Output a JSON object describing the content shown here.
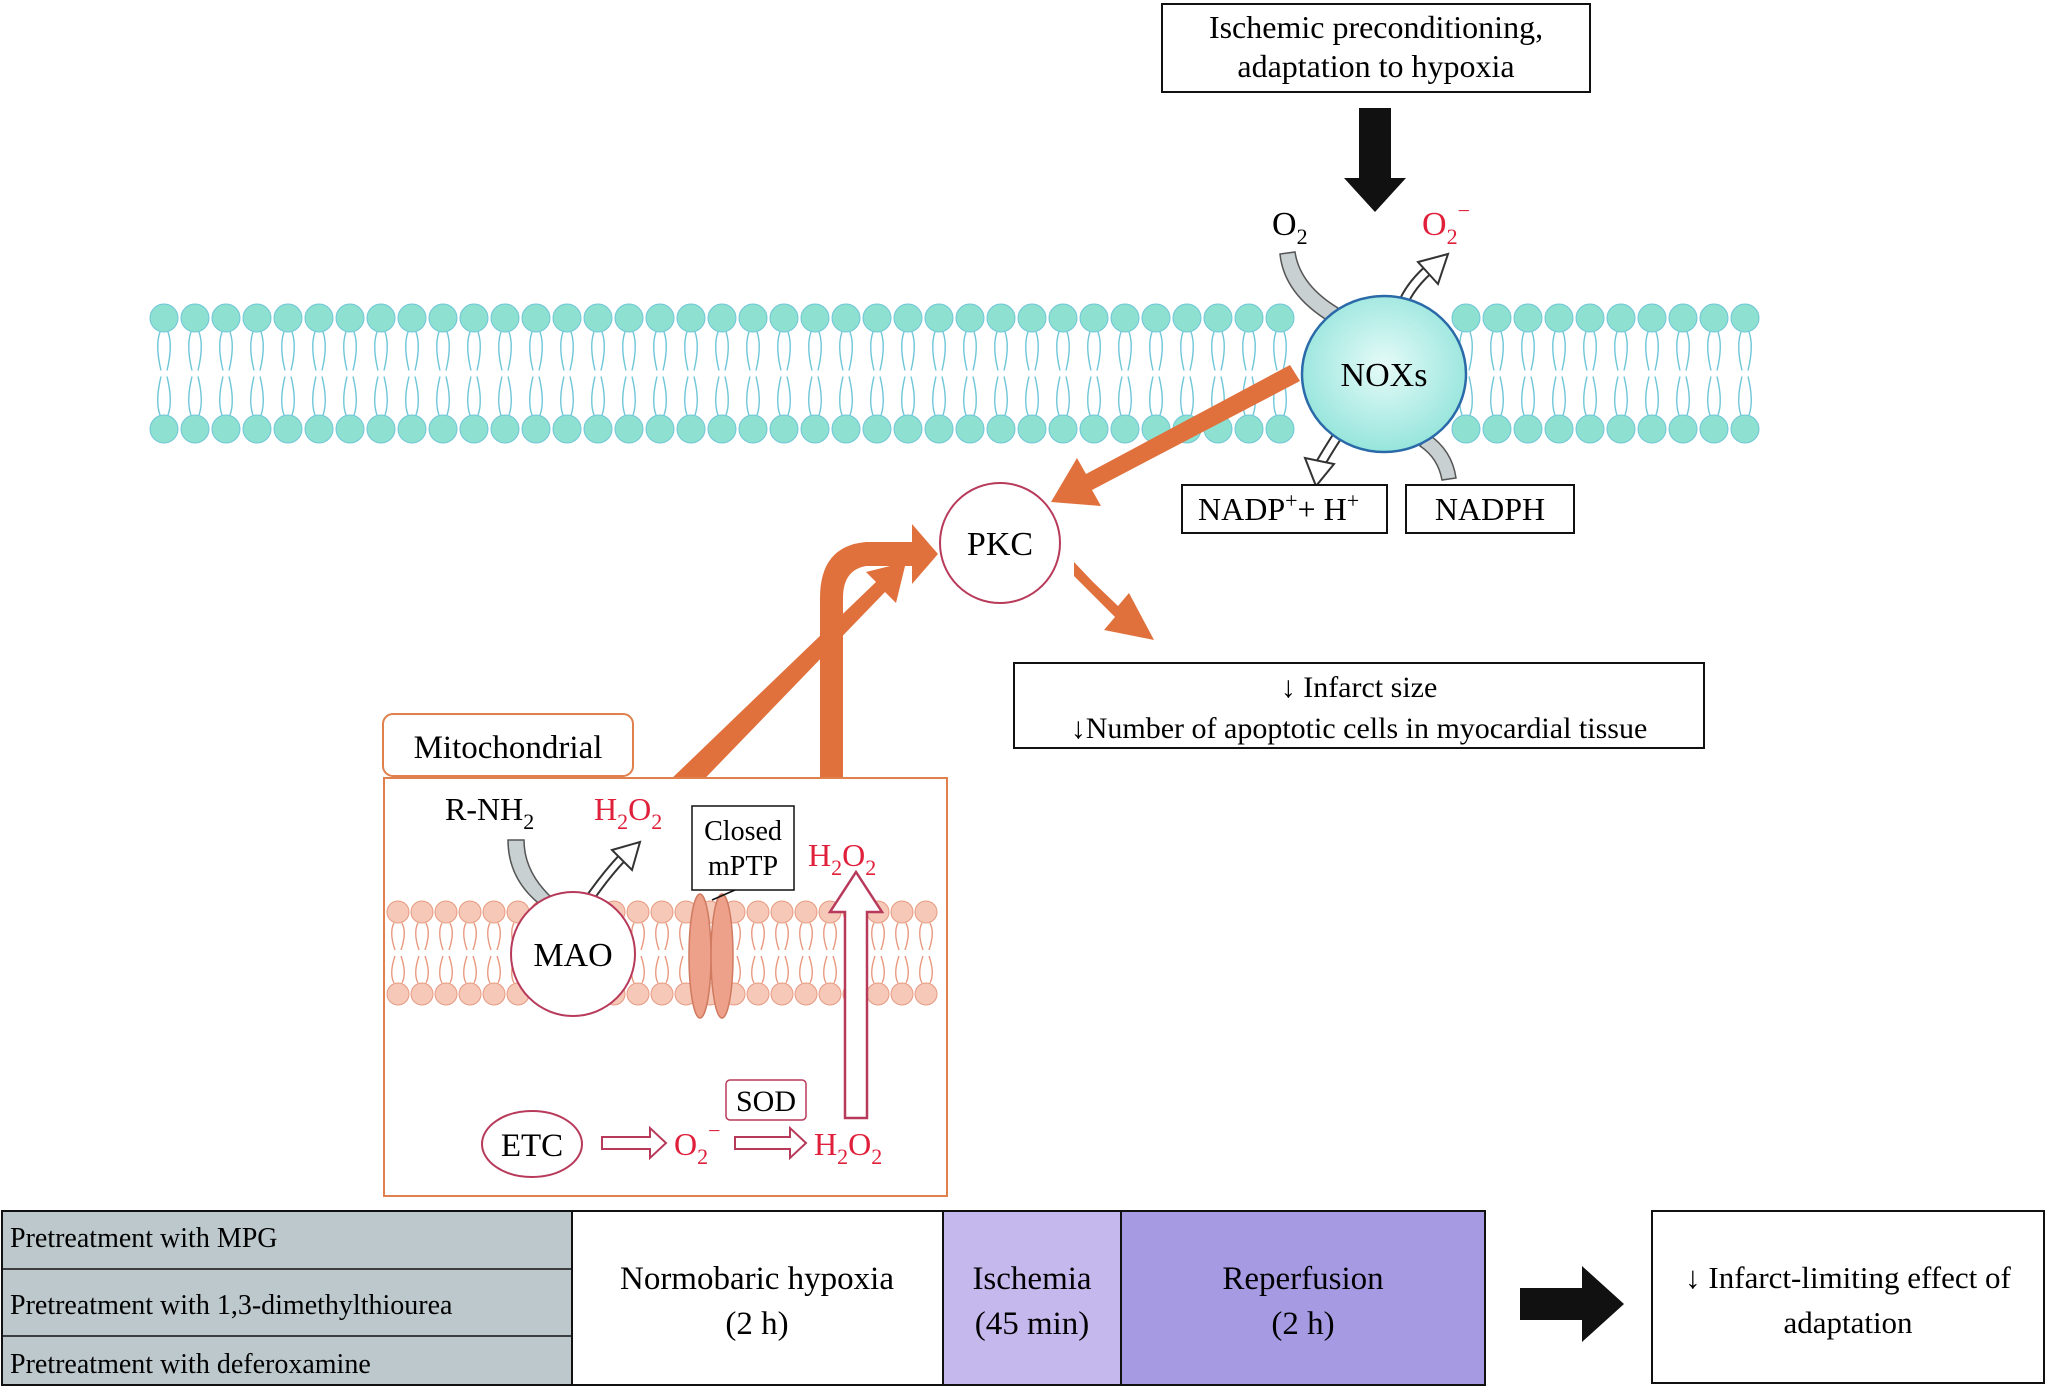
{
  "top_box": {
    "line1": "Ischemic preconditioning,",
    "line2": "adaptation to hypoxia"
  },
  "nox": {
    "label": "NOXs",
    "o2_in": "O",
    "o2_in_sub": "2",
    "o2_out": "O",
    "o2_out_sub": "2",
    "o2_out_sup": "−",
    "nadp_label": "NADP",
    "nadp_sup": "+",
    "nadp_rest": "+ H",
    "nadp_h_sup": "+",
    "nadph_label": "NADPH"
  },
  "pkc": {
    "label": "PKC"
  },
  "outcome_box": {
    "line1": "↓ Infarct size",
    "line2": "↓Number of apoptotic cells in myocardial tissue"
  },
  "mito": {
    "title": "Mitochondrial",
    "rnh2": "R-NH",
    "rnh2_sub": "2",
    "h2o2": "H",
    "h2o2_sub1": "2",
    "h2o2_o": "O",
    "h2o2_sub2": "2",
    "mptp_line1": "Closed",
    "mptp_line2": "mPTP",
    "mao": "MAO",
    "etc": "ETC",
    "sod": "SOD",
    "o2_minus": "O",
    "o2_minus_sub": "2",
    "o2_minus_sup": "−"
  },
  "protocol": {
    "pretreatments": [
      "Pretreatment with MPG",
      "Pretreatment with 1,3-dimethylthiourea",
      "Pretreatment with deferoxamine"
    ],
    "hypoxia_line1": "Normobaric hypoxia",
    "hypoxia_line2": "(2 h)",
    "ischemia_line1": "Ischemia",
    "ischemia_line2": "(45 min)",
    "reperfusion_line1": "Reperfusion",
    "reperfusion_line2": "(2 h)"
  },
  "result_box": {
    "line1": "↓ Infarct-limiting effect of",
    "line2": "adaptation"
  },
  "colors": {
    "membrane_head": "#8ee0d0",
    "nox_fill": "#aeeee8",
    "orange_arrow": "#e0703c",
    "red_text": "#e0203a",
    "mito_border": "#e0804c",
    "mito_head": "#f5c8b8",
    "pretreat_bg": "#bcc8cc",
    "ischemia_bg": "#c5b8ec",
    "reperfusion_bg": "#a69ae2"
  }
}
